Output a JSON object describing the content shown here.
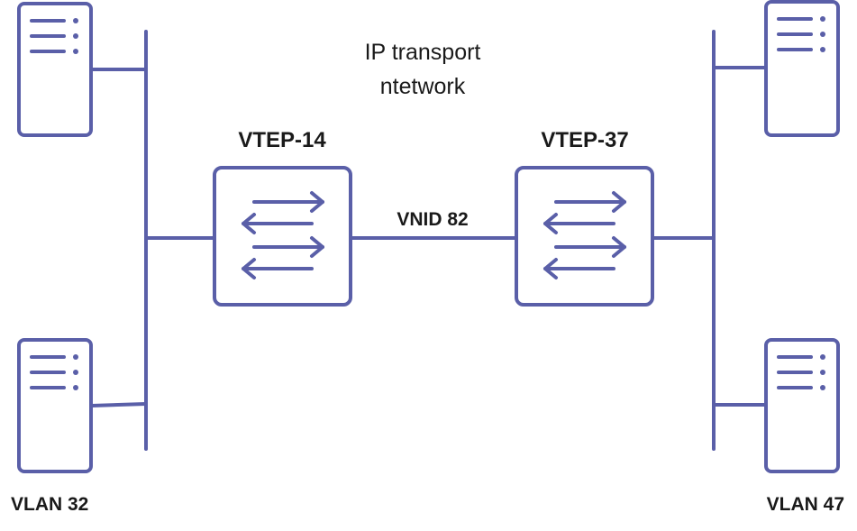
{
  "title_line1": "IP transport",
  "title_line2": "ntetwork",
  "vtep_left": "VTEP-14",
  "vtep_right": "VTEP-37",
  "link_label": "VNID 82",
  "vlan_left": "VLAN 32",
  "vlan_right": "VLAN 47",
  "colors": {
    "stroke": "#5a5fa8",
    "text": "#1a1a1a",
    "background": "#ffffff"
  },
  "icons": {
    "server": "server-icon",
    "switch": "switch-arrows-icon"
  }
}
